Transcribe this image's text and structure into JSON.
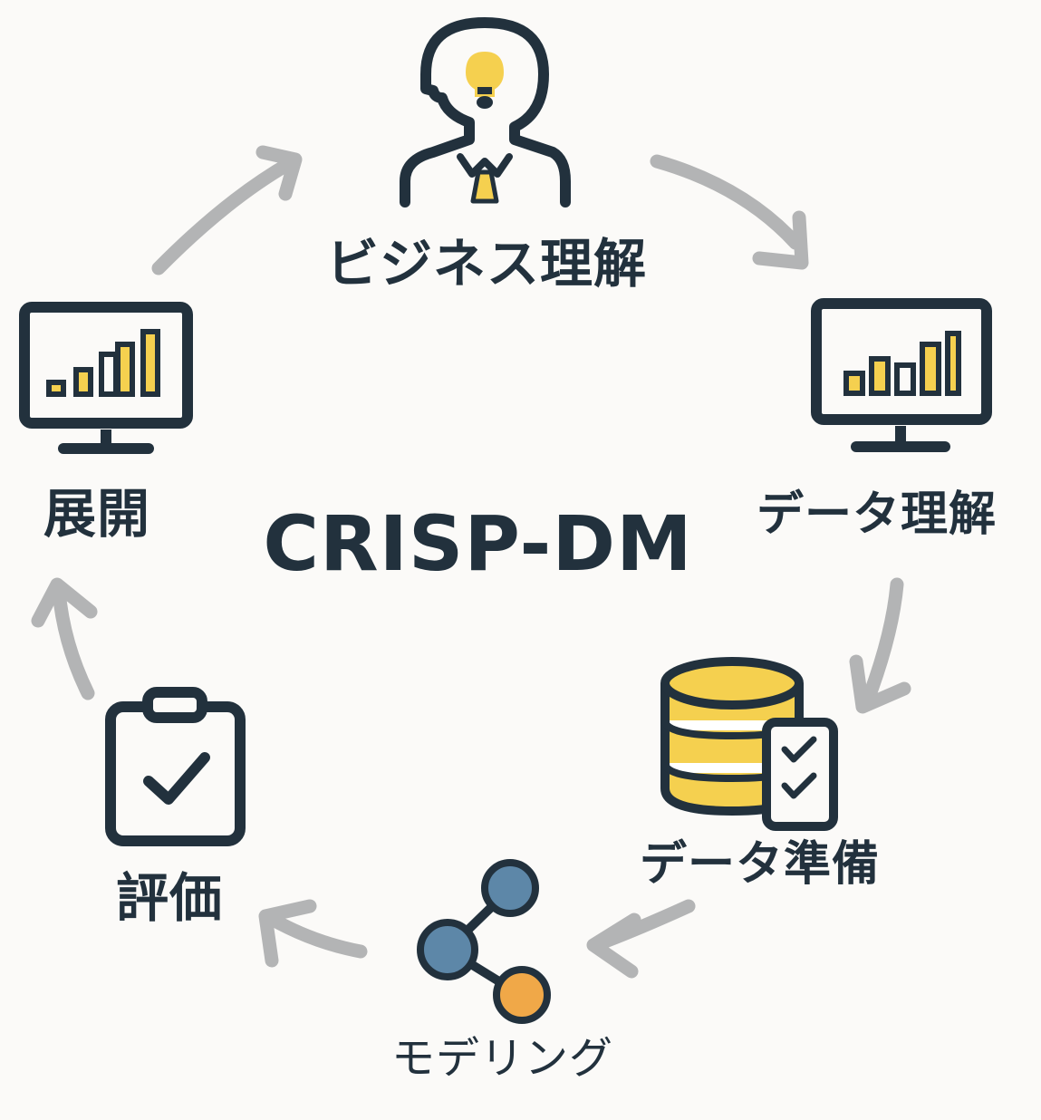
{
  "title": "CRISP-DM",
  "phases": [
    {
      "id": "business-understanding",
      "label": "ビジネス理解",
      "icon": "person-lightbulb-icon"
    },
    {
      "id": "data-understanding",
      "label": "データ理解",
      "icon": "monitor-bar-chart-icon"
    },
    {
      "id": "data-preparation",
      "label": "データ準備",
      "icon": "database-checklist-icon"
    },
    {
      "id": "modeling",
      "label": "モデリング",
      "icon": "network-nodes-icon"
    },
    {
      "id": "evaluation",
      "label": "評価",
      "icon": "clipboard-check-icon"
    },
    {
      "id": "deployment",
      "label": "展開",
      "icon": "monitor-bar-chart-icon"
    }
  ],
  "flow": "clockwise cycle",
  "colors": {
    "ink": "#22313d",
    "accent_yellow": "#f5d04f",
    "node_blue": "#5d87a8",
    "node_orange": "#f0a848",
    "arrow_gray": "#b3b4b5",
    "background": "#fbfaf8"
  }
}
